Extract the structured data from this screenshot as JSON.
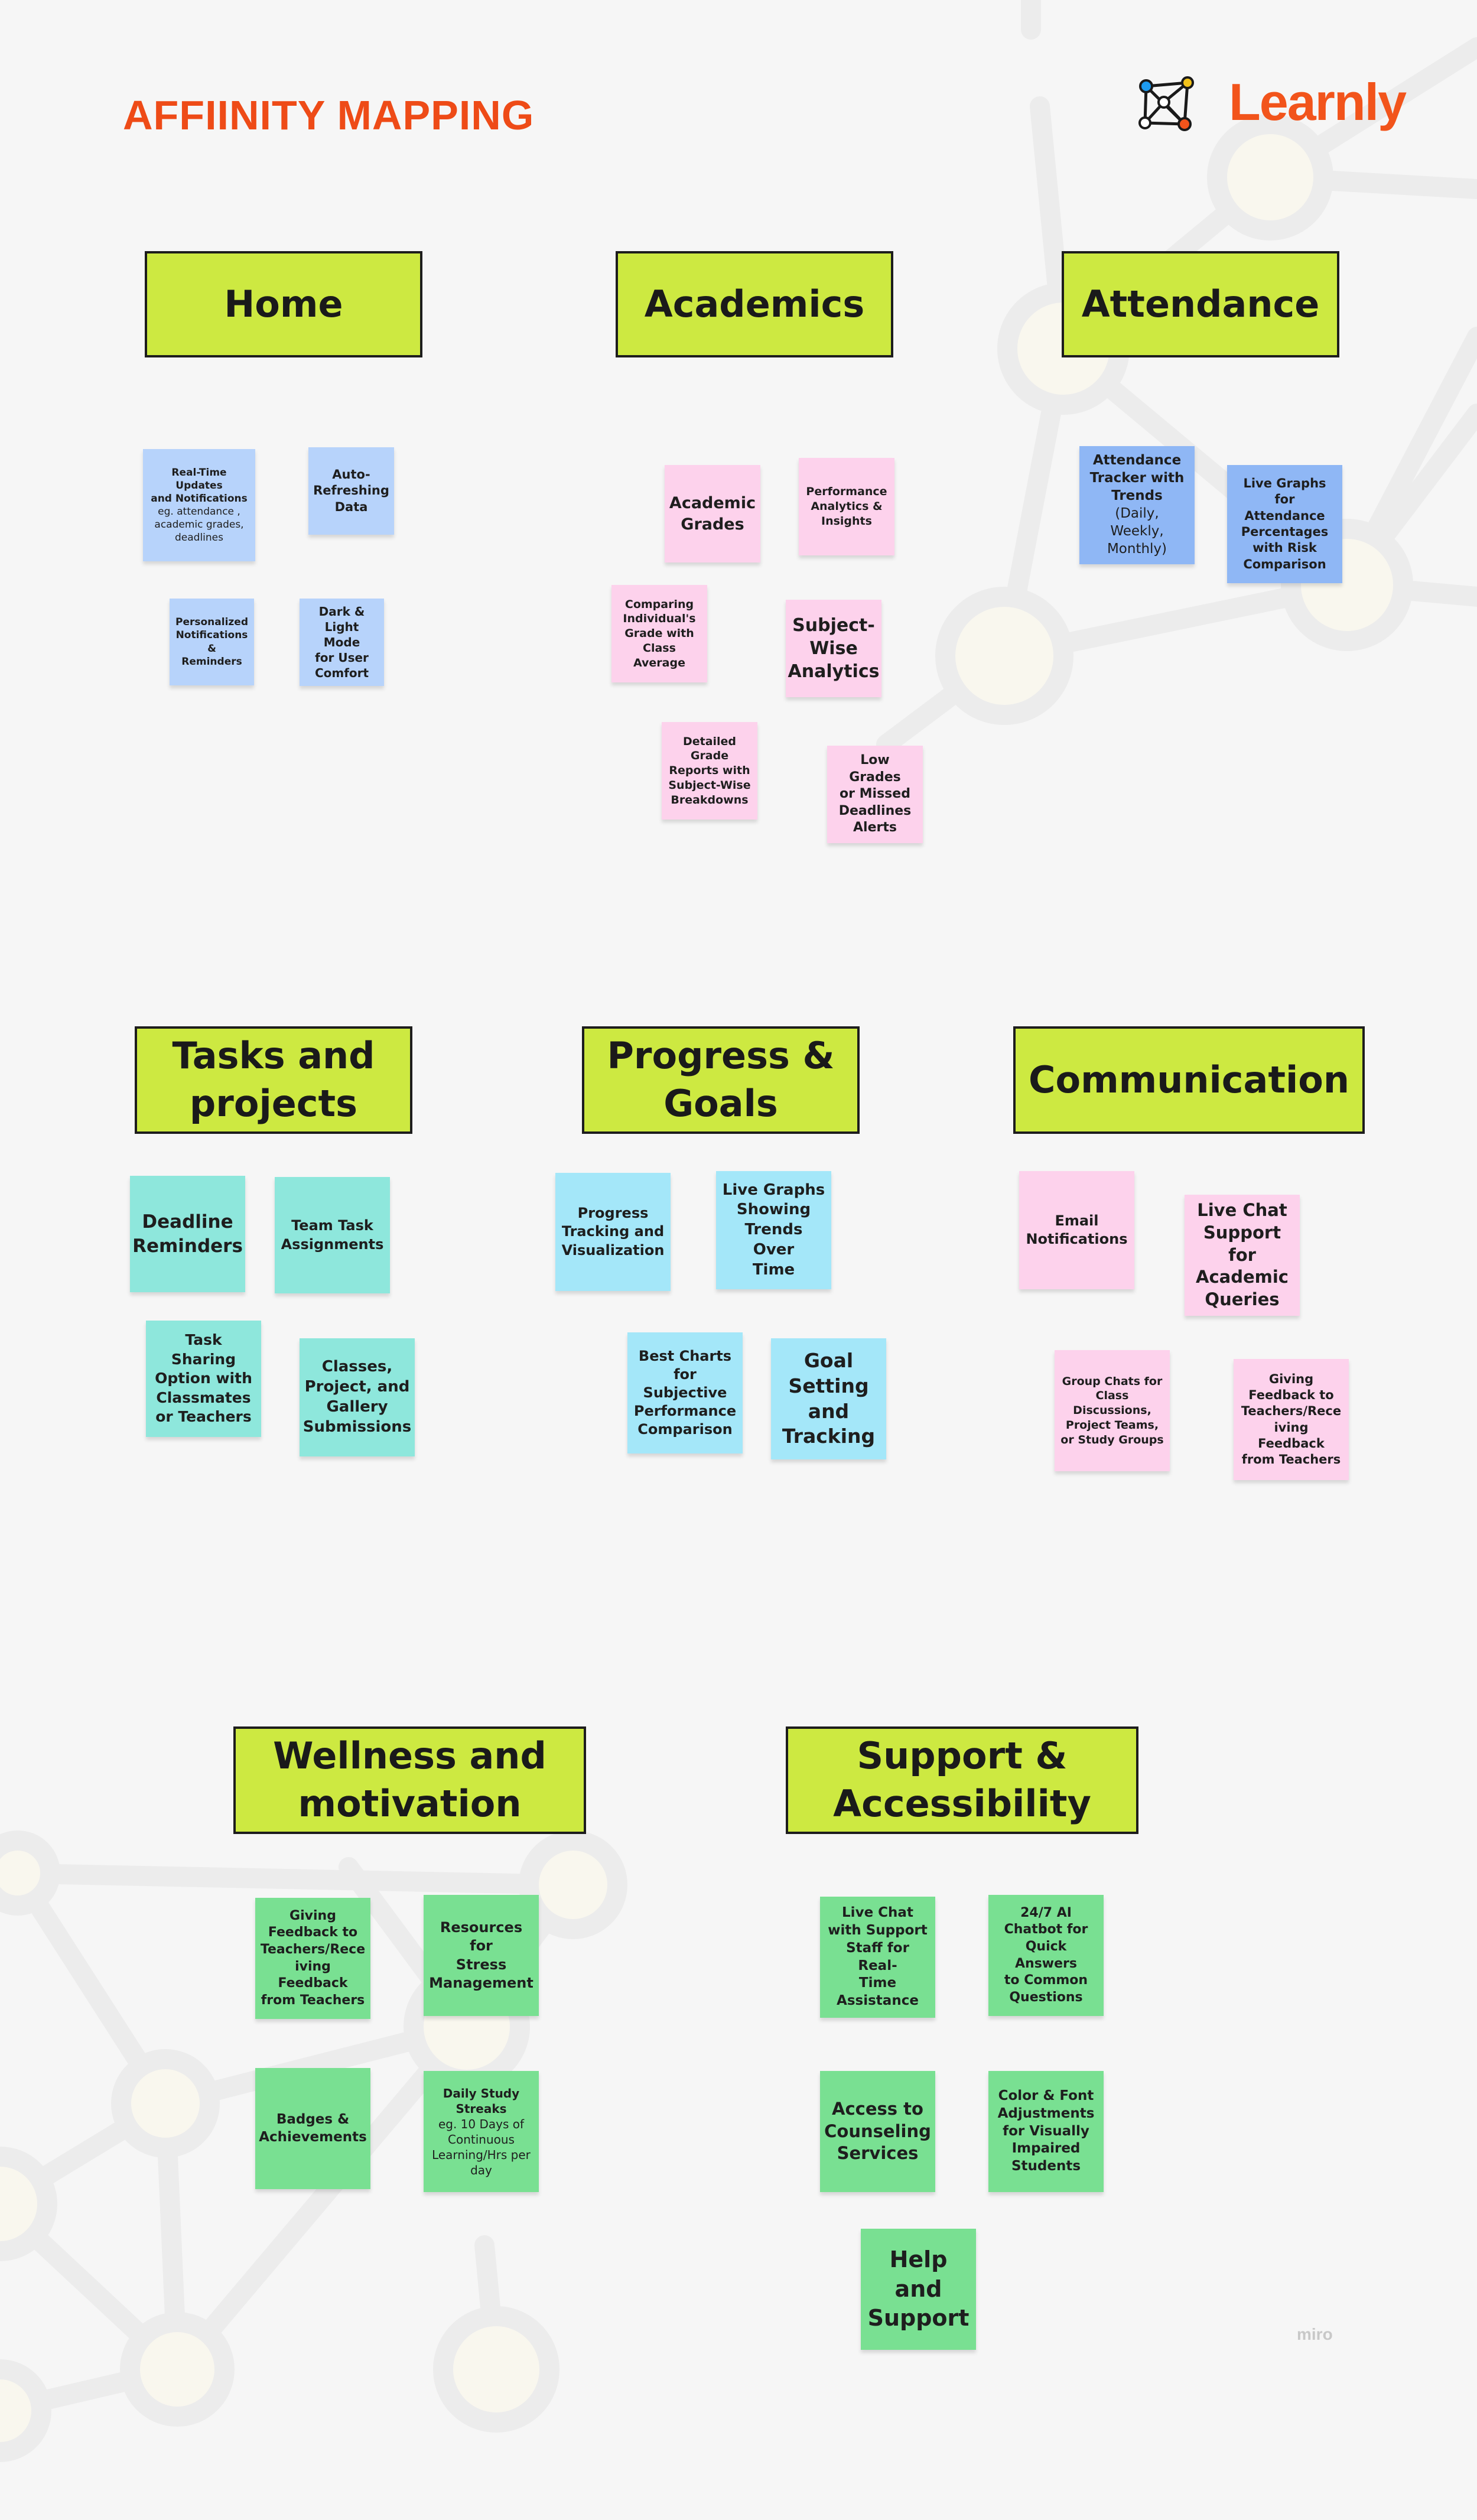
{
  "title": "AFFIINITY MAPPING",
  "brand": {
    "name": "Learnly",
    "color": "#f2541b",
    "logo_icon": "network-logo-icon"
  },
  "watermark": "miro",
  "colors": {
    "header": "#cde941",
    "blue": "#b7d3fb",
    "blue_dark": "#8fb7f5",
    "pink": "#fdd2ec",
    "teal": "#8ee7dc",
    "cyan": "#a4e7f9",
    "green": "#79e092",
    "title": "#ee4b17"
  },
  "groups": {
    "home": {
      "title": "Home",
      "notes": [
        {
          "text": "Real-Time Updates\nand Notifications",
          "sub": "eg. attendance ,\nacademic grades,\ndeadlines"
        },
        {
          "text": "Auto-\nRefreshing\nData"
        },
        {
          "text": "Personalized\nNotifications\n& Reminders"
        },
        {
          "text": "Dark &\nLight Mode\nfor User\nComfort"
        }
      ]
    },
    "academics": {
      "title": "Academics",
      "notes": [
        {
          "text": "Academic\nGrades"
        },
        {
          "text": "Performance\nAnalytics &\nInsights"
        },
        {
          "text": "Comparing\nIndividual's\nGrade with\nClass\nAverage"
        },
        {
          "text": "Subject-\nWise\nAnalytics"
        },
        {
          "text": "Detailed\nGrade\nReports with\nSubject-Wise\nBreakdowns"
        },
        {
          "text": "Low Grades\nor Missed\nDeadlines\nAlerts"
        }
      ]
    },
    "attendance": {
      "title": "Attendance",
      "notes": [
        {
          "text": "Attendance\nTracker with\nTrends",
          "sub": "(Daily,\nWeekly,\nMonthly)"
        },
        {
          "text": "Live Graphs\nfor Attendance\nPercentages\nwith Risk\nComparison"
        }
      ]
    },
    "tasks": {
      "title": "Tasks and projects",
      "notes": [
        {
          "text": "Deadline\nReminders"
        },
        {
          "text": "Team Task\nAssignments"
        },
        {
          "text": "Task Sharing\nOption with\nClassmates\nor Teachers"
        },
        {
          "text": "Classes,\nProject, and\nGallery\nSubmissions"
        }
      ]
    },
    "progress": {
      "title": "Progress & Goals",
      "notes": [
        {
          "text": "Progress\nTracking and\nVisualization"
        },
        {
          "text": "Live Graphs\nShowing\nTrends Over\nTime"
        },
        {
          "text": "Best Charts\nfor\nSubjective\nPerformance\nComparison"
        },
        {
          "text": "Goal\nSetting\nand\nTracking"
        }
      ]
    },
    "communication": {
      "title": "Communication",
      "notes": [
        {
          "text": "Email\nNotifications"
        },
        {
          "text": "Live Chat\nSupport for\nAcademic\nQueries"
        },
        {
          "text": "Group Chats for\nClass\nDiscussions,\nProject Teams,\nor Study Groups"
        },
        {
          "text": "Giving\nFeedback to\nTeachers/Rece\niving Feedback\nfrom Teachers"
        }
      ]
    },
    "wellness": {
      "title": "Wellness and motivation",
      "notes": [
        {
          "text": "Giving\nFeedback to\nTeachers/Rece\niving Feedback\nfrom Teachers"
        },
        {
          "text": "Resources for\nStress\nManagement"
        },
        {
          "text": "Badges &\nAchievements"
        },
        {
          "text": "Daily Study\nStreaks",
          "sub": "eg. 10 Days of\nContinuous\nLearning/Hrs per\nday"
        }
      ]
    },
    "support": {
      "title": "Support & Accessibility",
      "notes": [
        {
          "text": "Live Chat\nwith Support\nStaff for Real-\nTime\nAssistance"
        },
        {
          "text": "24/7 AI\nChatbot for\nQuick Answers\nto Common\nQuestions"
        },
        {
          "text": "Access to\nCounseling\nServices"
        },
        {
          "text": "Color & Font\nAdjustments\nfor Visually\nImpaired\nStudents"
        },
        {
          "text": "Help\nand\nSupport"
        }
      ]
    }
  }
}
